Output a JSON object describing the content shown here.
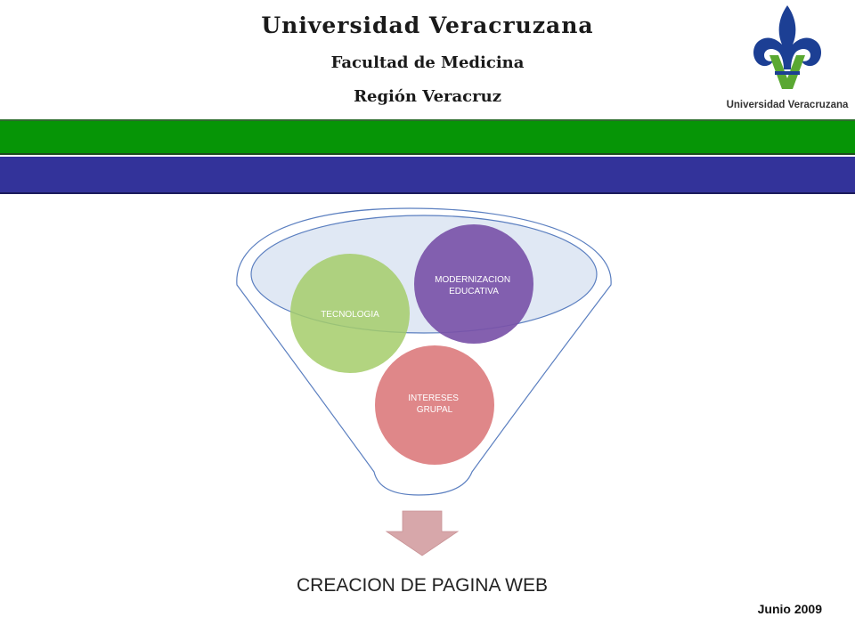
{
  "header": {
    "title": "Universidad  Veracruzana",
    "subtitle1": "Facultad de Medicina",
    "subtitle2": "Región Veracruz"
  },
  "logo": {
    "text": "Universidad Veracruzana",
    "icon": "flor-de-lis-logo-icon",
    "colors": {
      "blue": "#1c3f94",
      "green": "#5aa832"
    }
  },
  "diagram": {
    "circles": [
      {
        "label_lines": [
          "TECNOLOGIA"
        ],
        "color": "#a4cc6a"
      },
      {
        "label_lines": [
          "MODERNIZACION",
          "EDUCATIVA"
        ],
        "color": "#7a52a8"
      },
      {
        "label_lines": [
          "INTERESES",
          "GRUPAL"
        ],
        "color": "#dc7a7c"
      }
    ],
    "result": "CREACION DE PAGINA WEB",
    "colors": {
      "funnel_stroke": "#5b7fc0",
      "band_fill": "#dde5f3",
      "arrow": "#d7a7aa"
    }
  },
  "bands": {
    "green": "#069506",
    "blue": "#33339a"
  },
  "footer": {
    "date": "Junio 2009"
  }
}
